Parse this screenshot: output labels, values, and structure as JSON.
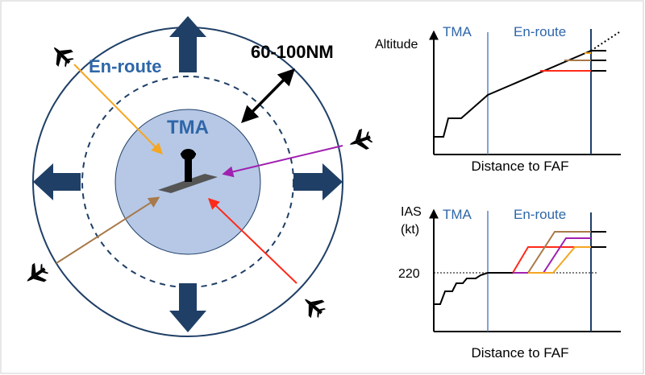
{
  "colors": {
    "navy": "#1f3f66",
    "tma_fill": "#b6c8e6",
    "tma_text": "#2e66a8",
    "enroute_text": "#2e66a8",
    "axis": "#000000",
    "faf_line": "#1f3f66",
    "tma_line": "#5b86c2",
    "orange": "#f5a623",
    "purple": "#a020b0",
    "brown": "#a8794a",
    "red": "#ff2a1a",
    "runway": "#555555"
  },
  "map": {
    "enroute_label": "En-route",
    "tma_label": "TMA",
    "range_label": "60-100NM",
    "icons": [
      "plane-icon",
      "tower-icon",
      "runway-icon",
      "arrow-icon"
    ]
  },
  "altitude_chart": {
    "ylabel": "Altitude",
    "xlabel": "Distance to FAF",
    "region_tma": "TMA",
    "region_enroute": "En-route"
  },
  "ias_chart": {
    "ylabel_line1": "IAS",
    "ylabel_line2": "(kt)",
    "ref_value_label": "220",
    "xlabel": "Distance to FAF",
    "region_tma": "TMA",
    "region_enroute": "En-route"
  }
}
